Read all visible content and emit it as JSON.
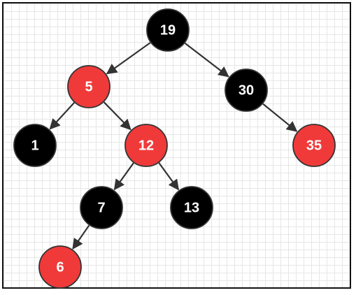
{
  "tree": {
    "colors": {
      "black": "#000000",
      "red": "#f03a3a",
      "outline": "#333333",
      "label": "#ffffff",
      "edge": "#333333"
    },
    "nodes": [
      {
        "id": "n19",
        "label": "19",
        "color": "black"
      },
      {
        "id": "n5",
        "label": "5",
        "color": "red"
      },
      {
        "id": "n30",
        "label": "30",
        "color": "black"
      },
      {
        "id": "n1",
        "label": "1",
        "color": "black"
      },
      {
        "id": "n12",
        "label": "12",
        "color": "red"
      },
      {
        "id": "n35",
        "label": "35",
        "color": "red"
      },
      {
        "id": "n7",
        "label": "7",
        "color": "black"
      },
      {
        "id": "n13",
        "label": "13",
        "color": "black"
      },
      {
        "id": "n6",
        "label": "6",
        "color": "red"
      }
    ],
    "edges": [
      {
        "from": "n19",
        "to": "n5"
      },
      {
        "from": "n19",
        "to": "n30"
      },
      {
        "from": "n5",
        "to": "n1"
      },
      {
        "from": "n5",
        "to": "n12"
      },
      {
        "from": "n30",
        "to": "n35"
      },
      {
        "from": "n12",
        "to": "n7"
      },
      {
        "from": "n12",
        "to": "n13"
      },
      {
        "from": "n7",
        "to": "n6"
      }
    ]
  }
}
